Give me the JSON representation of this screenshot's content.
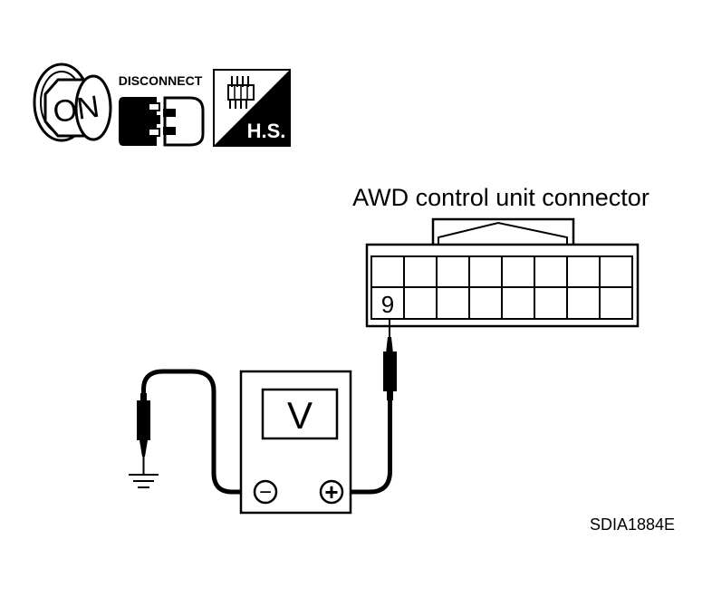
{
  "icons": {
    "ignition": {
      "label": "ON"
    },
    "disconnect": {
      "label": "DISCONNECT"
    },
    "harness_side": {
      "label": "H.S."
    }
  },
  "connector": {
    "title": "AWD control unit connector",
    "terminal_label": "9"
  },
  "meter": {
    "display": "V",
    "negative_symbol": "−",
    "positive_symbol": "+"
  },
  "figure_code": "SDIA1884E"
}
